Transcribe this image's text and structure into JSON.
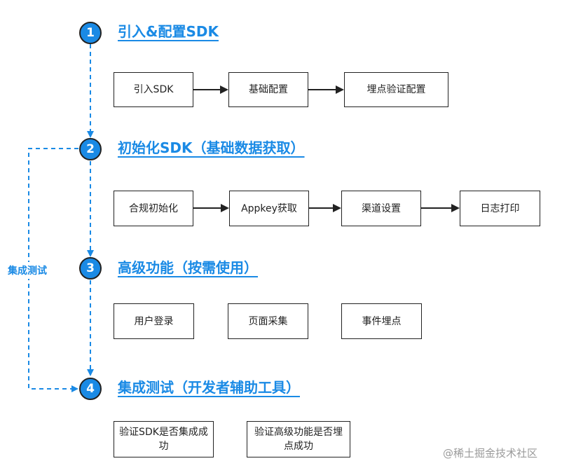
{
  "colors": {
    "accent": "#1a8ae5",
    "border": "#222222",
    "text": "#222222",
    "watermark": "#9a9a9a"
  },
  "steps": [
    {
      "num": "1",
      "title": "引入&配置SDK",
      "boxes": [
        "引入SDK",
        "基础配置",
        "埋点验证配置"
      ]
    },
    {
      "num": "2",
      "title": "初始化SDK（基础数据获取）",
      "boxes": [
        "合规初始化",
        "Appkey获取",
        "渠道设置",
        "日志打印"
      ]
    },
    {
      "num": "3",
      "title": "高级功能（按需使用）",
      "boxes": [
        "用户登录",
        "页面采集",
        "事件埋点"
      ]
    },
    {
      "num": "4",
      "title": "集成测试（开发者辅助工具）",
      "boxes": [
        "验证SDK是否集成成功",
        "验证高级功能是否埋点成功"
      ]
    }
  ],
  "side_label": "集成测试",
  "watermark": "@稀土掘金技术社区"
}
